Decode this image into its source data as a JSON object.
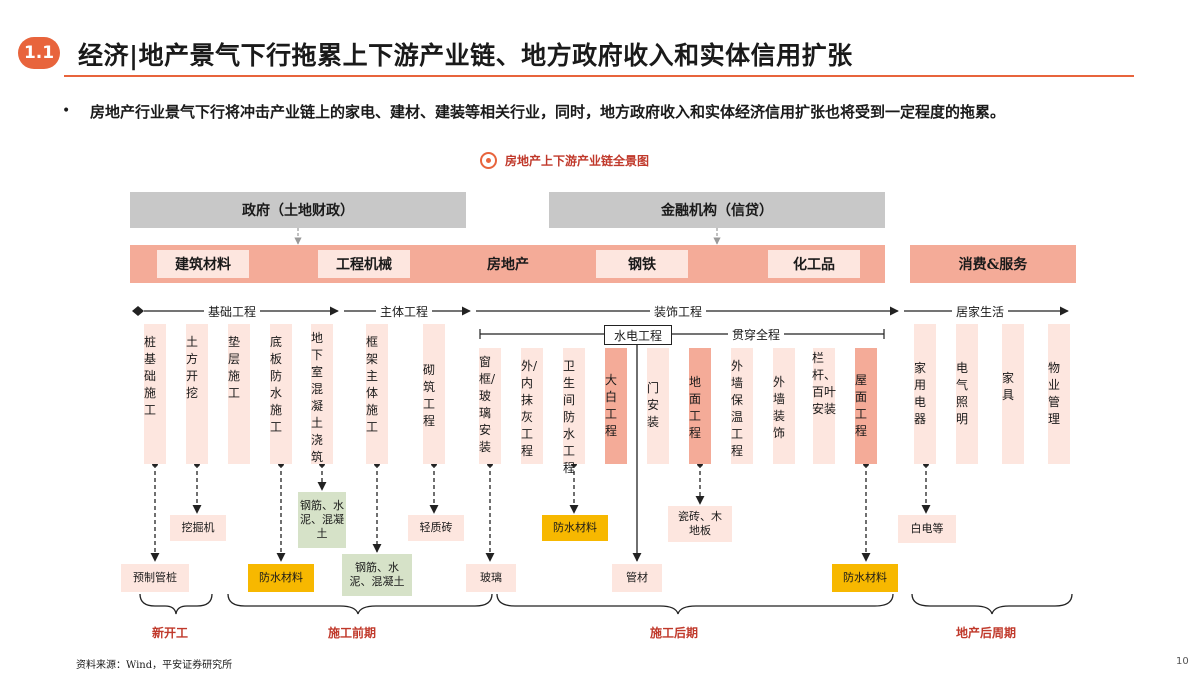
{
  "header": {
    "section_number": "1.1",
    "title": "经济|地产景气下行拖累上下游产业链、地方政府收入和实体信用扩张"
  },
  "bullet": {
    "text": "房地产行业景气下行将冲击产业链上的家电、建材、建装等相关行业，同时，地方政府收入和实体经济信用扩张也将受到一定程度的拖累。"
  },
  "diagram": {
    "title": "房地产上下游产业链全景图",
    "top_boxes": {
      "government": "政府（土地财政）",
      "finance": "金融机构（信贷）"
    },
    "industry_band": {
      "building_materials": "建筑材料",
      "machinery": "工程机械",
      "real_estate": "房地产",
      "steel": "钢铁",
      "chemicals": "化工品",
      "consumption": "消费&服务"
    },
    "phases": {
      "foundation": "基础工程",
      "main": "主体工程",
      "decoration": "装饰工程",
      "living": "居家生活",
      "plumbing": "水电工程",
      "throughout": "贯穿全程"
    },
    "columns": {
      "pile": "桩基础施工",
      "earthwork": "土方开挖",
      "cushion": "垫层施工",
      "bottom_waterproof": "底板防水施工",
      "basement": "地下室混凝土浇筑",
      "frame": "框架主体施工",
      "masonry": "砌筑工程",
      "windows": "窗框/玻璃安装",
      "plaster": "外/内抹灰工程",
      "bathroom": "卫生间防水工程",
      "ceiling": "大白工程",
      "doors": "门安装",
      "floor": "地面工程",
      "wall_insulation": "外墙保温工程",
      "wall_decor": "外墙装饰",
      "railing": "栏杆、百叶安装",
      "roof": "屋面工程",
      "appliances": "家用电器",
      "lighting": "电气照明",
      "furniture": "家具",
      "property": "物业管理"
    },
    "bottom_boxes": {
      "precast_pile": "预制管桩",
      "excavator": "挖掘机",
      "waterproof_1": "防水材料",
      "rebar_1": "钢筋、水泥、混凝土",
      "rebar_2": "钢筋、水泥、混凝土",
      "light_brick": "轻质砖",
      "glass": "玻璃",
      "waterproof_2": "防水材料",
      "pipe": "管材",
      "tiles": "瓷砖、木地板",
      "waterproof_3": "防水材料",
      "white_goods": "白电等"
    },
    "periods": {
      "new_start": "新开工",
      "early": "施工前期",
      "late": "施工后期",
      "post": "地产后周期"
    }
  },
  "footer": {
    "source": "资料来源：Wind，平安证券研究所",
    "page_number": "10"
  }
}
